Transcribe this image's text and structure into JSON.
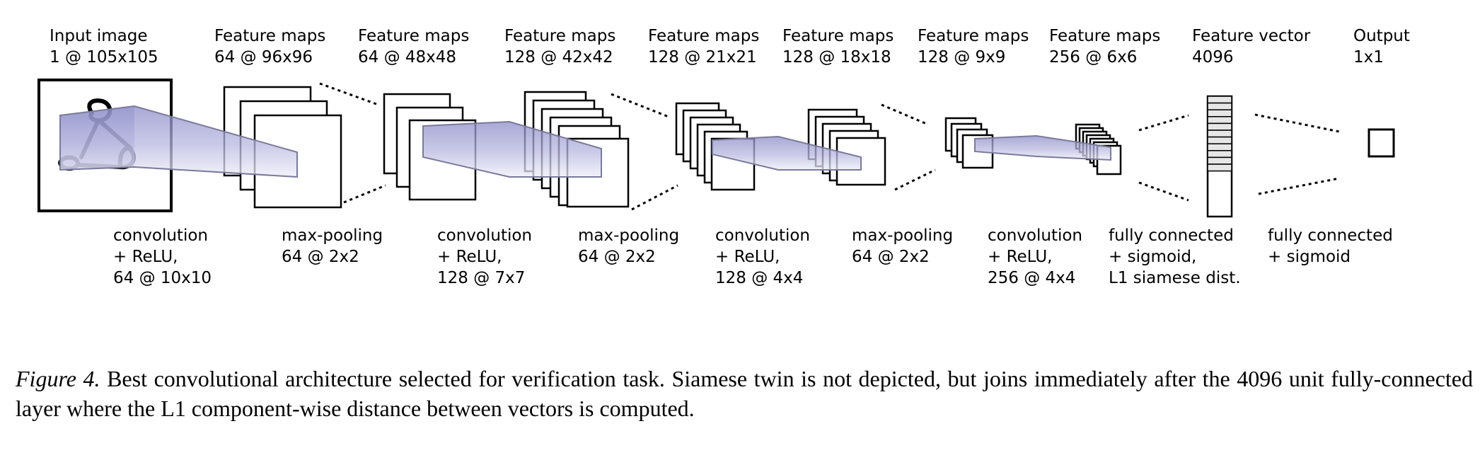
{
  "layers": [
    {
      "title": "Input image",
      "dims": "1 @ 105x105"
    },
    {
      "title": "Feature maps",
      "dims": "64 @ 96x96"
    },
    {
      "title": "Feature maps",
      "dims": "64 @ 48x48"
    },
    {
      "title": "Feature maps",
      "dims": "128 @ 42x42"
    },
    {
      "title": "Feature maps",
      "dims": "128 @ 21x21"
    },
    {
      "title": "Feature maps",
      "dims": "128 @ 18x18"
    },
    {
      "title": "Feature maps",
      "dims": "128 @ 9x9"
    },
    {
      "title": "Feature maps",
      "dims": "256 @ 6x6"
    },
    {
      "title": "Feature vector",
      "dims": "4096"
    },
    {
      "title": "Output",
      "dims": "1x1"
    }
  ],
  "operations": [
    {
      "line1": "convolution",
      "line2": "+ ReLU,",
      "line3": "64 @ 10x10"
    },
    {
      "line1": "max-pooling",
      "line2": "64 @ 2x2",
      "line3": ""
    },
    {
      "line1": "convolution",
      "line2": "+ ReLU,",
      "line3": "128 @ 7x7"
    },
    {
      "line1": "max-pooling",
      "line2": "64 @ 2x2",
      "line3": ""
    },
    {
      "line1": "convolution",
      "line2": "+ ReLU,",
      "line3": "128 @ 4x4"
    },
    {
      "line1": "max-pooling",
      "line2": "64 @ 2x2",
      "line3": ""
    },
    {
      "line1": "convolution",
      "line2": "+ ReLU,",
      "line3": "256 @ 4x4"
    },
    {
      "line1": "fully connected",
      "line2": "+ sigmoid,",
      "line3": "L1 siamese dist."
    },
    {
      "line1": "fully connected",
      "line2": "+ sigmoid",
      "line3": ""
    }
  ],
  "caption": {
    "lead": "Figure 4.",
    "text": " Best convolutional architecture selected for verification task.  Siamese twin is not depicted, but joins immediately after the 4096 unit fully-connected layer where the L1 component-wise distance between vectors is computed."
  },
  "colors": {
    "kernel_fill": "#9b9bd2",
    "kernel_light": "#e9e9f7",
    "kernel_stroke": "#7a7a9a",
    "box_stroke": "#000000"
  }
}
